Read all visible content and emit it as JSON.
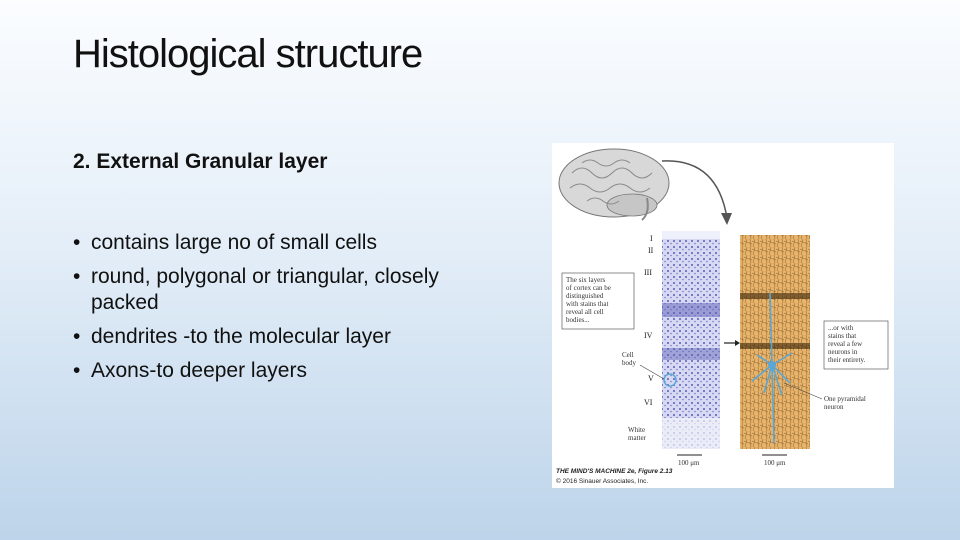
{
  "slide": {
    "title": "Histological structure",
    "subtitle": "2. External Granular layer",
    "bullets": [
      "contains large no of small cells",
      "round, polygonal or triangular, closely packed",
      "dendrites -to  the molecular layer",
      "Axons-to deeper layers"
    ]
  },
  "figure": {
    "layer_labels": [
      "I",
      "II",
      "III",
      "IV",
      "V",
      "VI"
    ],
    "left_callout": [
      "The six layers",
      "of cortex can be",
      "distinguished",
      "with stains that",
      "reveal all cell",
      "bodies..."
    ],
    "right_callout": [
      "...or with",
      "stains that",
      "reveal a few",
      "neurons in",
      "their entirety."
    ],
    "cell_body_label": [
      "Cell",
      "body"
    ],
    "white_matter_label": [
      "White",
      "matter"
    ],
    "pyramidal_label": [
      "One pyramidal",
      "neuron"
    ],
    "scale_left": "100 μm",
    "scale_right": "100 μm",
    "caption_line1": "THE MIND'S MACHINE 2e, Figure 2.13",
    "caption_line2": "© 2016 Sinauer Associates, Inc.",
    "colors": {
      "nissl": "#4a4fae",
      "golgi_bg": "#e8b36a",
      "neuron": "#5aa7d6"
    }
  }
}
